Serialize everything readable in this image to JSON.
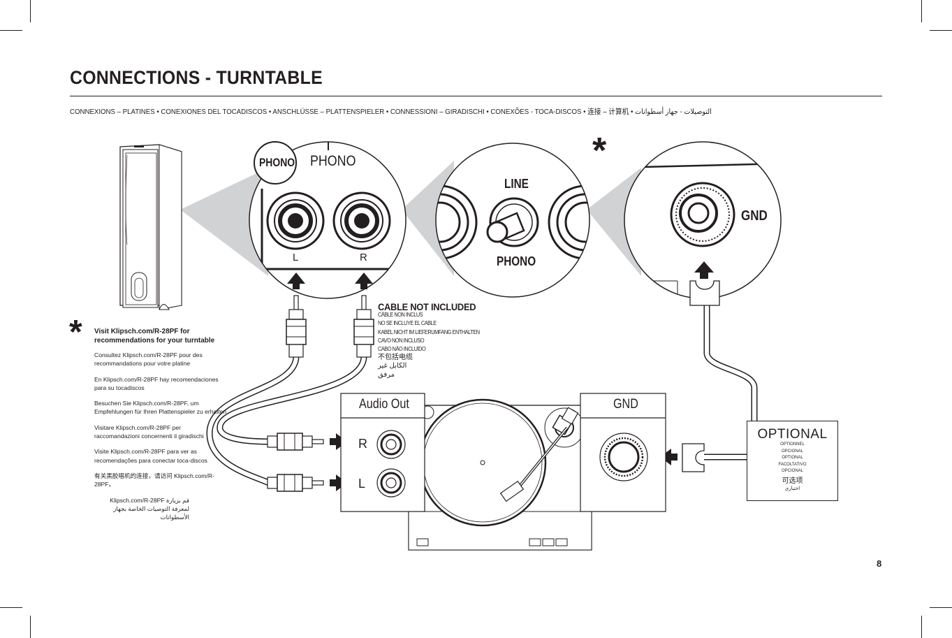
{
  "page": {
    "title": "CONNECTIONS - TURNTABLE",
    "subtitle": "CONNEXIONS – PLATINES  • CONEXIONES DEL TOCADISCOS  •  ANSCHLÜSSE – PLATTENSPIELER  • CONNESSIONI – GIRADISCHI  •  CONEXÕES - TOCA-DISCOS  • 连接 – 计算机 •   التوصيلات - جهاز أسطوانات",
    "page_number": "8"
  },
  "diagram": {
    "zoom_phono": {
      "badge": "PHONO",
      "label": "PHONO",
      "left": "L",
      "right": "R"
    },
    "zoom_switch": {
      "top": "LINE",
      "bottom": "PHONO"
    },
    "zoom_gnd": {
      "label": "GND"
    },
    "asterisk": "*",
    "turntable": {
      "audio_out": "Audio Out",
      "r": "R",
      "l": "L",
      "gnd": "GND"
    }
  },
  "cable_note": {
    "heading": "CABLE NOT INCLUDED",
    "lines": [
      "CÂBLE NON INCLUS",
      "NO SE INCLUYE EL CABLE",
      "KABEL NICHT IM LIEFERUMFANG ENTHALTEN",
      "CAVO NON INCLUSO",
      "CABO NÃO INCLUÍDO"
    ],
    "zh": "不包括电缆",
    "ar": "الكابل غير مرفق"
  },
  "visit": {
    "lead": "Visit Klipsch.com/R-28PF for recommendations for your turntable",
    "fr": "Consultez Klipsch.com/R-28PF pour des recommandations pour votre platine",
    "es": "En Klipsch.com/R-28PF hay recomendaciones para su tocadiscos",
    "de": "Besuchen Sie Klipsch.com/R-28PF, um Empfehlungen für Ihren Plattenspieler zu erhalten",
    "it": "Visitare Klipsch.com/R-28PF per raccomandazioni concernenti il giradischi",
    "pt": "Visite Klipsch.com/R-28PF para ver as recomendações para conectar toca-discos",
    "zh": "有关黑胶唱机的连接，请访问 Klipsch.com/R-28PF。",
    "ar": "قم بزيارة Klipsch.com/R-28PF لمعرفة التوصيات الخاصة بجهاز الأسطوانات"
  },
  "optional": {
    "title": "OPTIONAL",
    "lines": [
      "OPTIONNEL",
      "OPCIONAL",
      "OPTIONAL",
      "FACOLTATIVO",
      "OPCIONAL"
    ],
    "zh": "可选项",
    "ar": "اختياري"
  }
}
